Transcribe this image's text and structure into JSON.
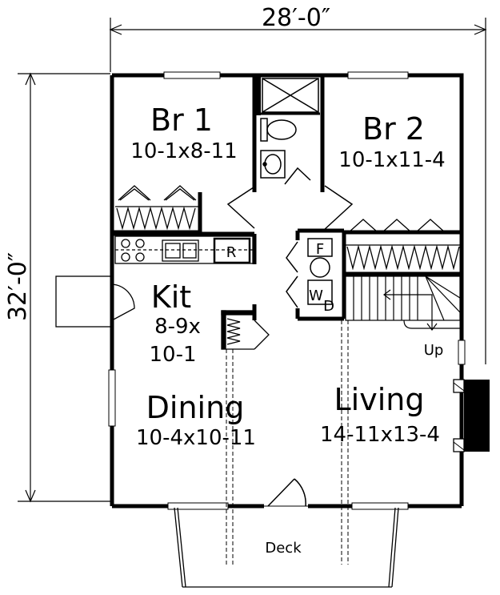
{
  "dimensions": {
    "width": "28′-0″",
    "depth": "32′-0″"
  },
  "rooms": {
    "br1": {
      "name": "Br 1",
      "size": "10-1x8-11"
    },
    "br2": {
      "name": "Br 2",
      "size": "10-1x11-4"
    },
    "kit": {
      "name": "Kit",
      "size_line1": "8-9x",
      "size_line2": "10-1"
    },
    "dining": {
      "name": "Dining",
      "size": "10-4x10-11"
    },
    "living": {
      "name": "Living",
      "size": "14-11x13-4"
    }
  },
  "fixtures": {
    "refrigerator": "R",
    "furnace": "F",
    "washer": "W",
    "dryer": "D"
  },
  "stairs_label": "Up",
  "deck_label": "Deck"
}
